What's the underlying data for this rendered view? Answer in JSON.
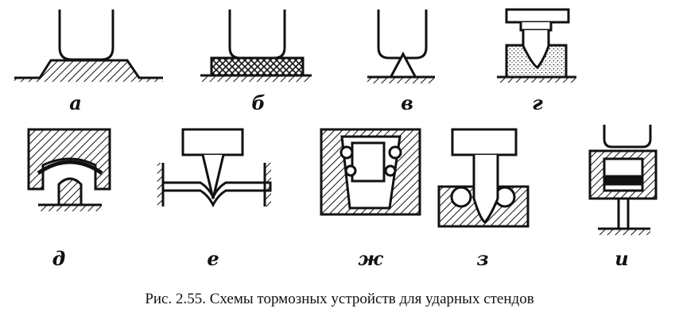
{
  "labels": [
    "а",
    "б",
    "в",
    "г",
    "д",
    "е",
    "ж",
    "з",
    "и"
  ],
  "caption": "Рис. 2.55. Схемы тормозных устройств для ударных стендов",
  "colors": {
    "ink": "#111111",
    "paper": "#ffffff"
  }
}
